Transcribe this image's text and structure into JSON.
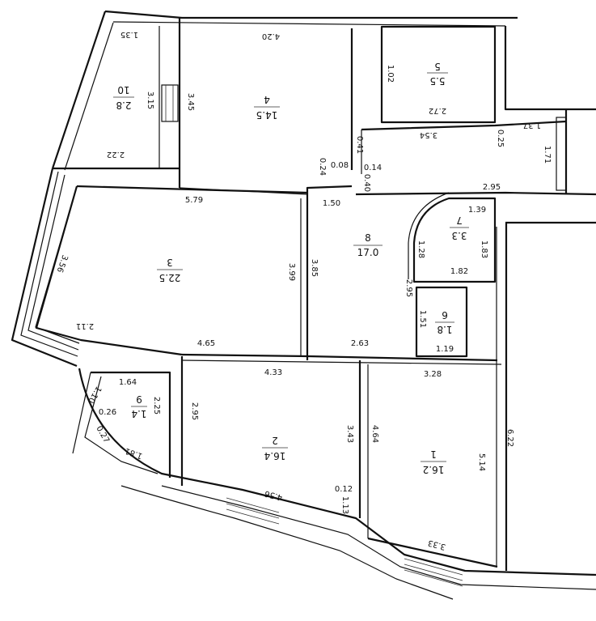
{
  "header_text": "",
  "rooms": [
    {
      "id": "1",
      "area": "16.2"
    },
    {
      "id": "2",
      "area": "16.4"
    },
    {
      "id": "3",
      "area": "22.5"
    },
    {
      "id": "4",
      "area": "14.5"
    },
    {
      "id": "5",
      "area": "5.5"
    },
    {
      "id": "6",
      "area": "1.8"
    },
    {
      "id": "7",
      "area": "3.3"
    },
    {
      "id": "8",
      "area": "17.0"
    },
    {
      "id": "9",
      "area": "1.4"
    },
    {
      "id": "10",
      "area": "2.8"
    }
  ],
  "dimensions": [
    "1.35",
    "3.15",
    "2.22",
    "4.20",
    "3.45",
    "0.24",
    "0.08",
    "1.02",
    "2.72",
    "3.54",
    "1.37",
    "0.25",
    "1.71",
    "0.14",
    "0.40",
    "0.41",
    "1.50",
    "2.95",
    "5.79",
    "3.56",
    "3.99",
    "2.11",
    "4.65",
    "3.85",
    "1.28",
    "2.95",
    "1.51",
    "2.63",
    "1.39",
    "1.83",
    "1.82",
    "1.19",
    "4.33",
    "3.28",
    "2.95",
    "3.43",
    "4.64",
    "5.14",
    "6.22",
    "1.64",
    "2.25",
    "1.10",
    "0.26",
    "0.27",
    "1.81",
    "4.56",
    "0.12",
    "1.13",
    "3.33"
  ]
}
